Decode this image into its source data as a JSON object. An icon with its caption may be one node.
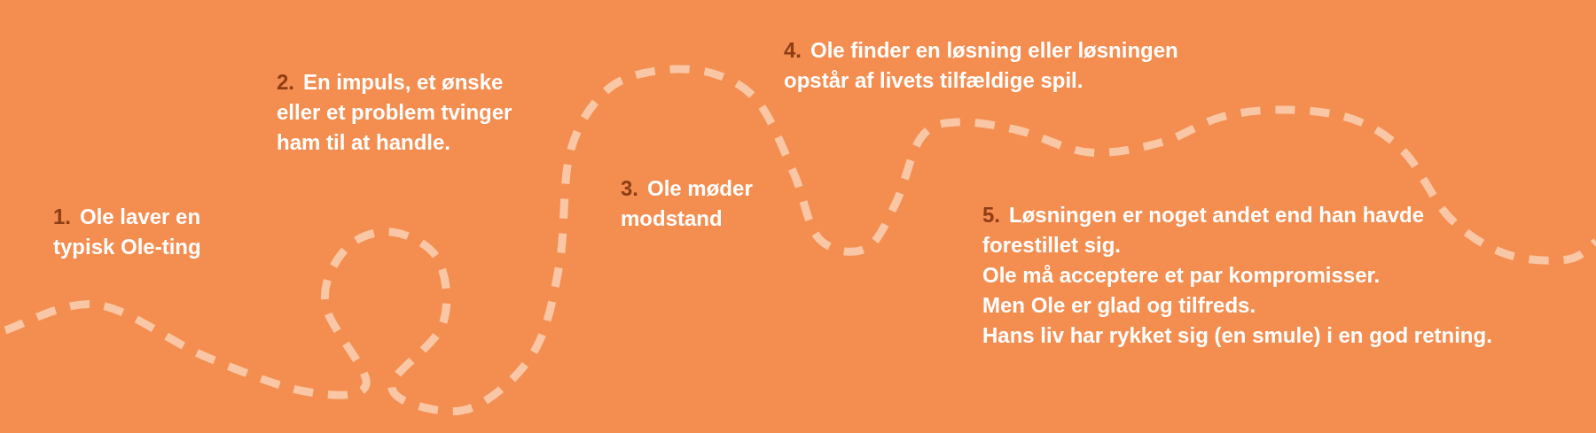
{
  "diagram": {
    "labels": [
      "1.",
      "Ole laver en typisk Ole-ting",
      "2.",
      "En impuls, et ønske eller et problem tvinger ham til at handle.",
      "3.",
      "Ole møder modstand",
      "4.",
      "Ole finder en løsning eller løsningen opstår af livets tilfældige spil.",
      "5.",
      "Løsningen er noget andet end han havde forestillet sig.",
      "Ole må acceptere et par kompromisser.",
      "Men Ole er glad og tilfreds.",
      "Hans liv har rykket sig (en smule) i en god retning."
    ]
  }
}
